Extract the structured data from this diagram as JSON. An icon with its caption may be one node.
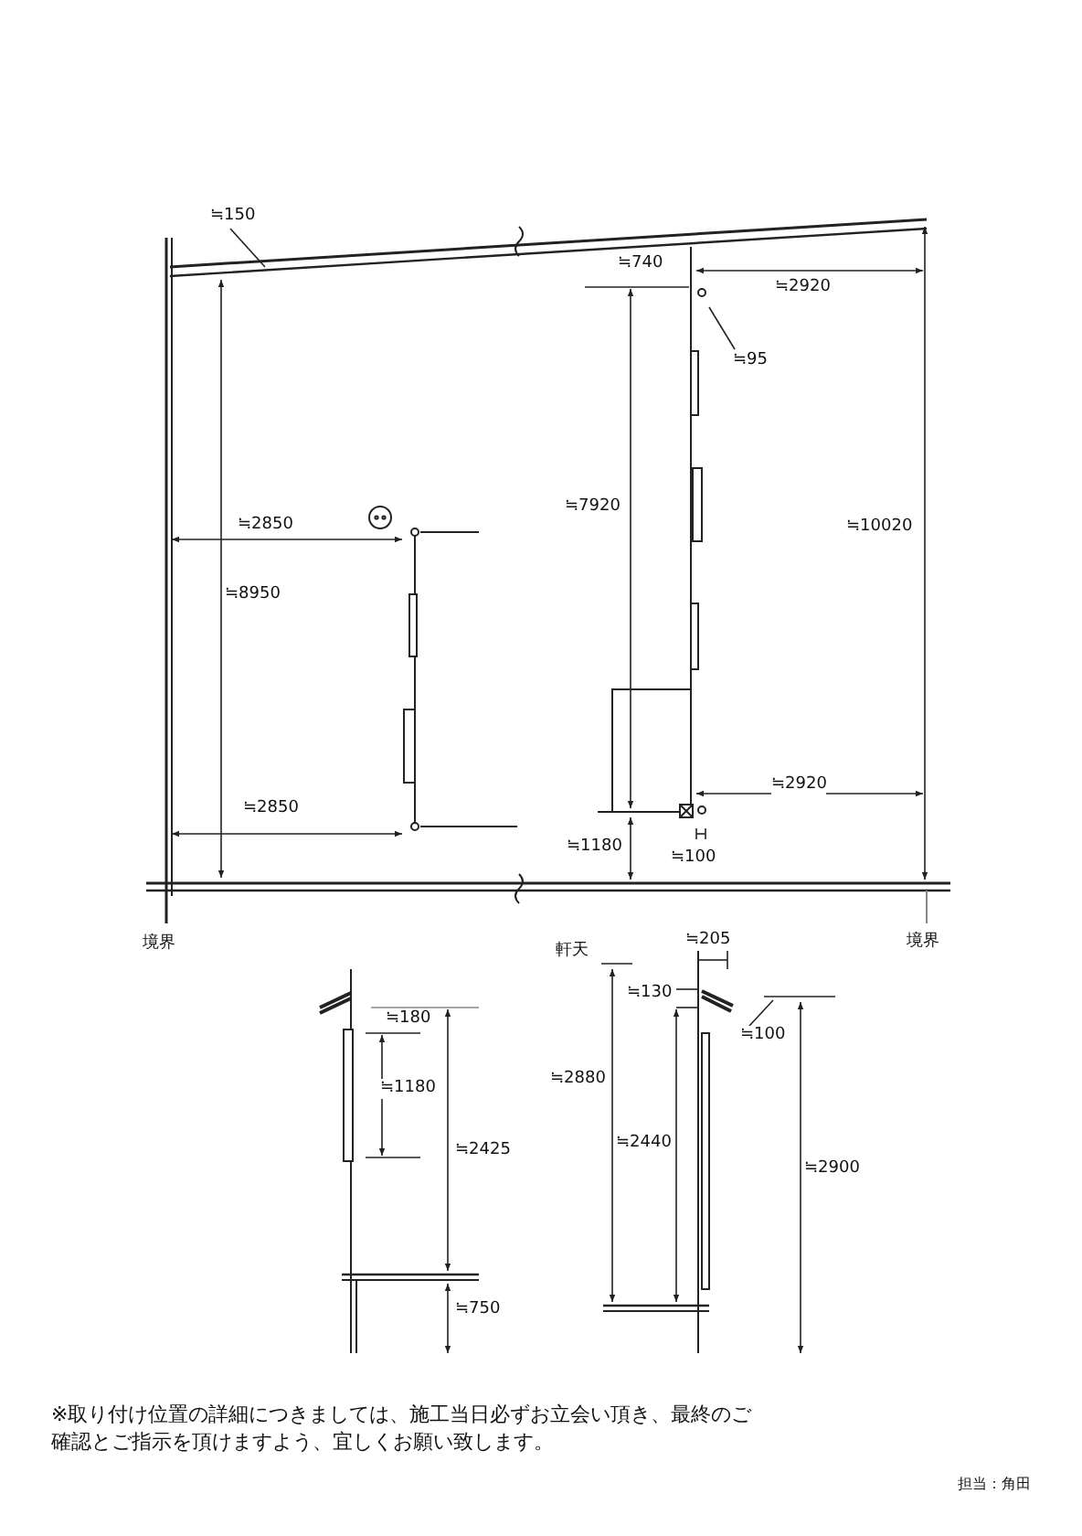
{
  "diagram": {
    "nodes": [
      {
        "text": [
          "≒150"
        ]
      },
      {
        "text": [
          "≒95"
        ]
      },
      {
        "text": [
          "≒100"
        ]
      }
    ],
    "edges": [
      {
        "from": 0,
        "to": null,
        "arrow": "none"
      },
      {
        "from": 1,
        "to": null,
        "arrow": "none"
      },
      {
        "from": 2,
        "to": null,
        "arrow": "none"
      }
    ],
    "labels": [
      "≒740",
      "≒2920",
      "≒7920",
      "≒2850",
      "≒8950",
      "≒10020",
      "≒2920",
      "≒2850",
      "≒1180",
      "≒100",
      "境界",
      "境界",
      "軒天",
      "≒205",
      "≒180",
      "≒130",
      "≒2880",
      "≒1180",
      "≒2425",
      "≒2440",
      "≒2900",
      "≒750",
      "※取り付け位置の詳細につきましては、施工当日必ずお立会い頂き、最終のご確認とご指示を頂けますよう、宜しくお願い致します。",
      "担当：角田"
    ]
  }
}
